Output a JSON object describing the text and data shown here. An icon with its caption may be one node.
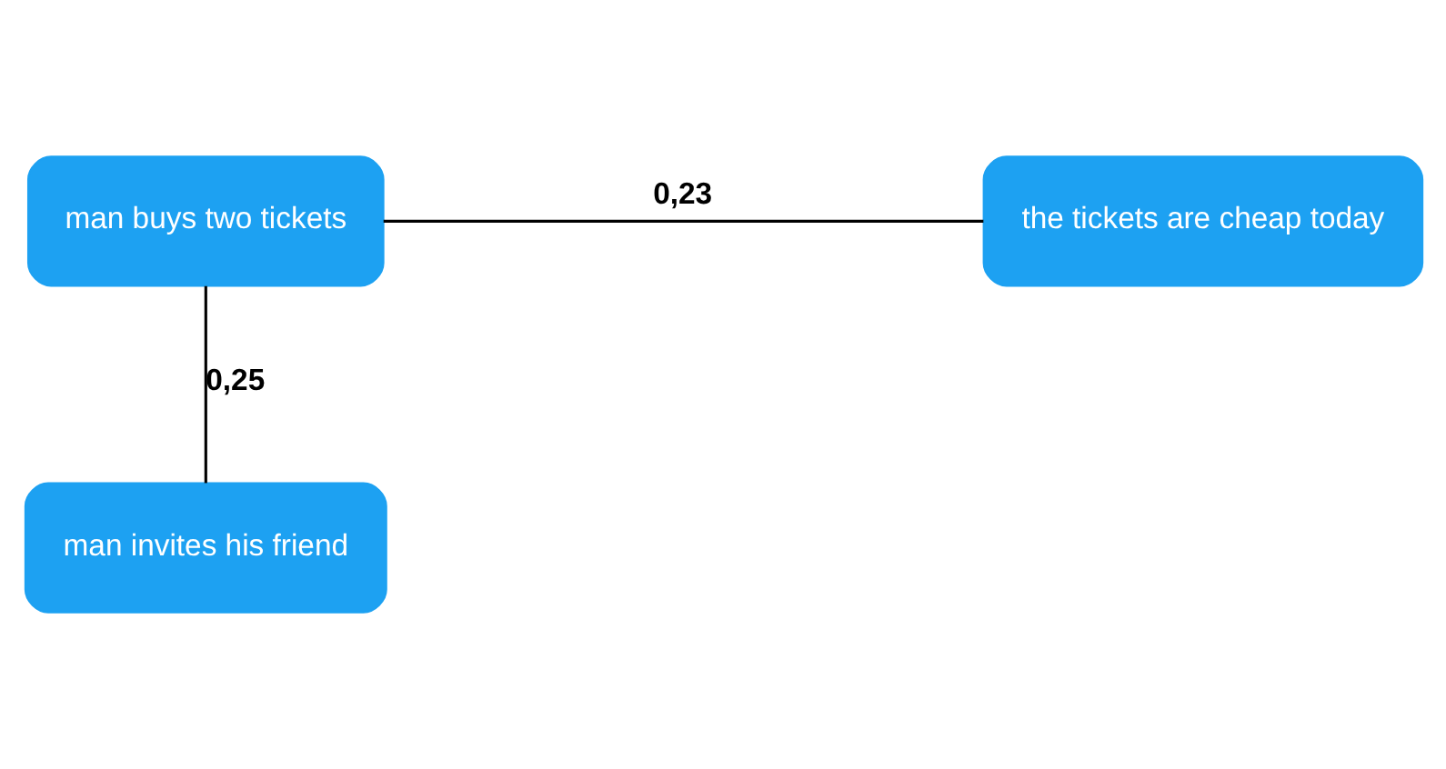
{
  "diagram": {
    "nodes": [
      {
        "text": [
          "man buys two tickets"
        ]
      },
      {
        "text": [
          "the tickets are cheap today"
        ]
      },
      {
        "text": [
          "man invites his friend"
        ]
      }
    ],
    "edges": [
      {
        "from": 0,
        "to": 1,
        "arrow": "none",
        "label": "0,23"
      },
      {
        "from": 0,
        "to": 2,
        "arrow": "none",
        "label": "0,25"
      }
    ]
  }
}
